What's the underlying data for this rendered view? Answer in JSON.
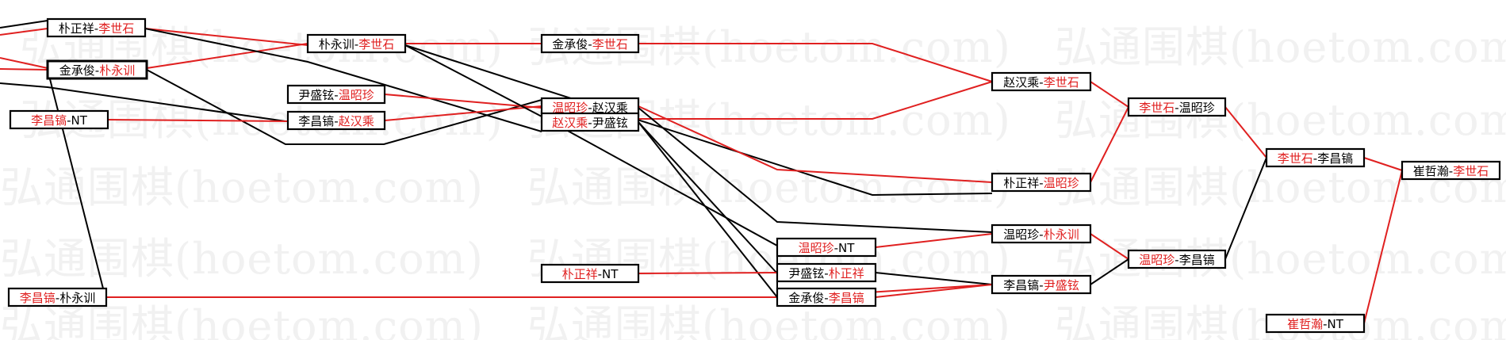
{
  "watermark": "弘通围棋(hoetom.com)",
  "colors": {
    "winner": "#e02020",
    "loser": "#000000",
    "winner_line": "#e02020",
    "loser_line": "#000000",
    "watermark": "#f1f1f1"
  },
  "nodes": [
    {
      "id": "m1",
      "bold": false,
      "left": {
        "text": "朴正祥",
        "win": false
      },
      "sep": "-",
      "right": {
        "text": "李世石",
        "win": true
      }
    },
    {
      "id": "m2",
      "bold": true,
      "left": {
        "text": "金承俊",
        "win": false
      },
      "sep": "-",
      "right": {
        "text": "朴永训",
        "win": true
      }
    },
    {
      "id": "m3",
      "bold": false,
      "left": {
        "text": "李昌镐",
        "win": true
      },
      "sep": "-",
      "right": {
        "text": "NT",
        "win": false
      }
    },
    {
      "id": "m4",
      "bold": false,
      "left": {
        "text": "李昌镐",
        "win": true
      },
      "sep": "-",
      "right": {
        "text": "朴永训",
        "win": false
      }
    },
    {
      "id": "m5",
      "bold": false,
      "left": {
        "text": "朴永训",
        "win": false
      },
      "sep": "-",
      "right": {
        "text": "李世石",
        "win": true
      }
    },
    {
      "id": "m6",
      "bold": false,
      "left": {
        "text": "尹盛铉",
        "win": false
      },
      "sep": "-",
      "right": {
        "text": "温昭珍",
        "win": true
      }
    },
    {
      "id": "m7",
      "bold": false,
      "left": {
        "text": "李昌镐",
        "win": false
      },
      "sep": "-",
      "right": {
        "text": "赵汉乘",
        "win": true
      }
    },
    {
      "id": "m8",
      "bold": false,
      "left": {
        "text": "金承俊",
        "win": false
      },
      "sep": "-",
      "right": {
        "text": "李世石",
        "win": true
      }
    },
    {
      "id": "m9",
      "bold": false,
      "left": {
        "text": "温昭珍",
        "win": true
      },
      "sep": "-",
      "right": {
        "text": "赵汉乘",
        "win": false
      }
    },
    {
      "id": "m10",
      "bold": false,
      "left": {
        "text": "赵汉乘",
        "win": true
      },
      "sep": "-",
      "right": {
        "text": "尹盛铉",
        "win": false
      }
    },
    {
      "id": "m11",
      "bold": false,
      "left": {
        "text": "朴正祥",
        "win": true
      },
      "sep": "-",
      "right": {
        "text": "NT",
        "win": false
      }
    },
    {
      "id": "m12",
      "bold": false,
      "left": {
        "text": "温昭珍",
        "win": true
      },
      "sep": "-",
      "right": {
        "text": "NT",
        "win": false
      }
    },
    {
      "id": "m13",
      "bold": false,
      "left": {
        "text": "尹盛铉",
        "win": false
      },
      "sep": "-",
      "right": {
        "text": "朴正祥",
        "win": true
      }
    },
    {
      "id": "m14",
      "bold": false,
      "left": {
        "text": "金承俊",
        "win": false
      },
      "sep": "-",
      "right": {
        "text": "李昌镐",
        "win": true
      }
    },
    {
      "id": "m15",
      "bold": false,
      "left": {
        "text": "赵汉乘",
        "win": false
      },
      "sep": "-",
      "right": {
        "text": "李世石",
        "win": true
      }
    },
    {
      "id": "m16",
      "bold": false,
      "left": {
        "text": "朴正祥",
        "win": false
      },
      "sep": "-",
      "right": {
        "text": "温昭珍",
        "win": true
      }
    },
    {
      "id": "m17",
      "bold": false,
      "left": {
        "text": "温昭珍",
        "win": false
      },
      "sep": "-",
      "right": {
        "text": "朴永训",
        "win": true
      }
    },
    {
      "id": "m18",
      "bold": false,
      "left": {
        "text": "李昌镐",
        "win": false
      },
      "sep": "-",
      "right": {
        "text": "尹盛铉",
        "win": true
      }
    },
    {
      "id": "m19",
      "bold": false,
      "left": {
        "text": "李世石",
        "win": true
      },
      "sep": "-",
      "right": {
        "text": "温昭珍",
        "win": false
      }
    },
    {
      "id": "m20",
      "bold": false,
      "left": {
        "text": "温昭珍",
        "win": true
      },
      "sep": "-",
      "right": {
        "text": "李昌镐",
        "win": false
      }
    },
    {
      "id": "m21",
      "bold": false,
      "left": {
        "text": "李世石",
        "win": true
      },
      "sep": "-",
      "right": {
        "text": "李昌镐",
        "win": false
      }
    },
    {
      "id": "m22",
      "bold": false,
      "left": {
        "text": "崔哲瀚",
        "win": true
      },
      "sep": "-",
      "right": {
        "text": "NT",
        "win": false
      }
    },
    {
      "id": "m23",
      "bold": false,
      "left": {
        "text": "崔哲瀚",
        "win": false
      },
      "sep": "-",
      "right": {
        "text": "李世石",
        "win": true
      }
    }
  ]
}
